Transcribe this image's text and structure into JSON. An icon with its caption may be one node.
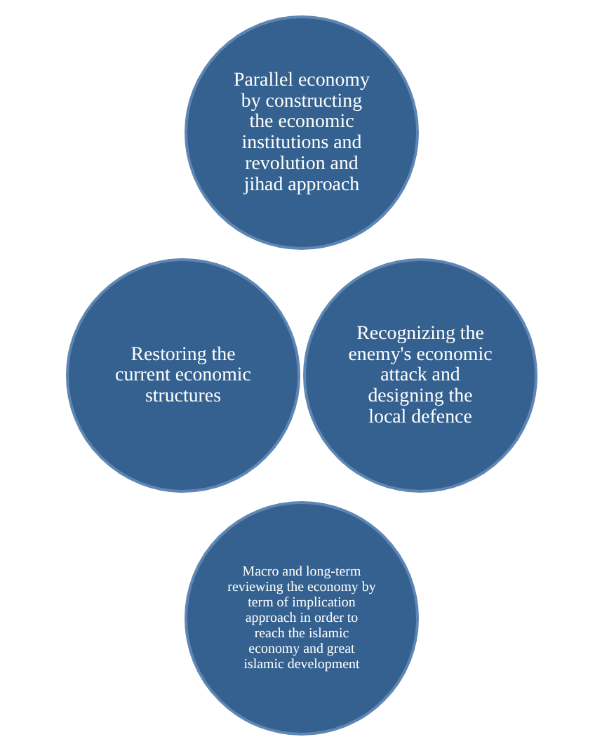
{
  "diagram": {
    "nodes": [
      {
        "text": [
          "Parallel economy by constructing the economic institutions and revolution and jihad approach"
        ]
      },
      {
        "text": [
          "Restoring the current economic structures"
        ]
      },
      {
        "text": [
          "Recognizing the enemy's economic attack and designing the local defence"
        ]
      },
      {
        "text": [
          "Macro and long-term reviewing the economy by term of implication approach in order to reach the islamic economy and great islamic development"
        ]
      }
    ]
  }
}
